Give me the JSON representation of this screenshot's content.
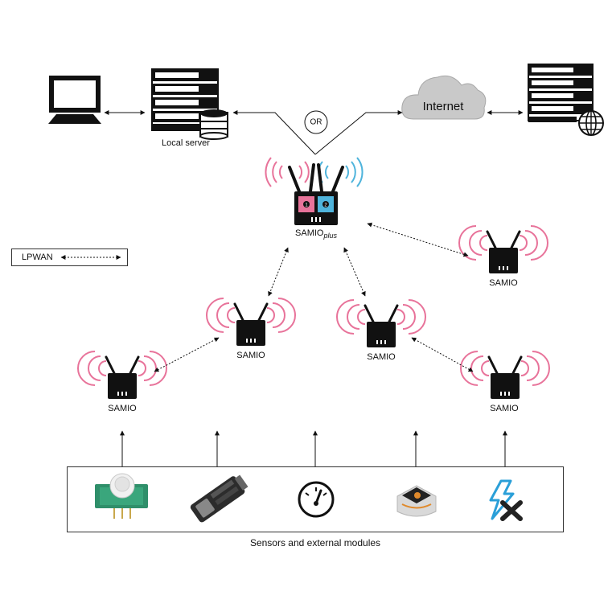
{
  "labels": {
    "local_server": "Local server",
    "internet": "Internet",
    "or": "OR",
    "gateway": "SAMIO",
    "gateway_sub": "plus",
    "node": "SAMIO",
    "legend": "LPWAN",
    "sensors": "Sensors and external modules"
  },
  "icons": {
    "computer": "monitor-icon",
    "local_server": "server-database-icon",
    "cloud": "cloud-icon",
    "web_server": "server-globe-icon",
    "gateway": "dual-radio-gateway-icon",
    "node": "radio-node-icon",
    "sensors": [
      "pir-motion-sensor-icon",
      "fingerprint-sensor-icon",
      "gauge-icon",
      "tag-module-icon",
      "power-off-icon"
    ]
  },
  "colors": {
    "radio_pink": "#e8739a",
    "radio_blue": "#4fb4dc",
    "device": "#111111",
    "cloud": "#c9c9c9",
    "energy_blue": "#2a9fd8"
  }
}
